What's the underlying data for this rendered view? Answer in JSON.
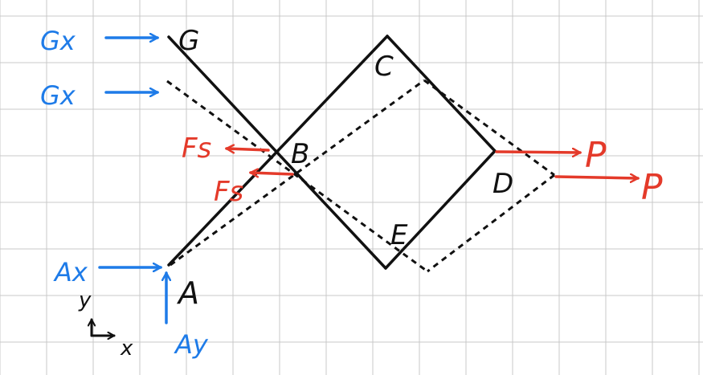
{
  "colors": {
    "grid": "#c8c8c8",
    "frame": "#111111",
    "reaction": "#1e7be8",
    "force": "#e43a2a"
  },
  "labels": {
    "G": "G",
    "C": "C",
    "B": "B",
    "D": "D",
    "E": "E",
    "A": "A",
    "Gx": "Gx",
    "Fs": "Fs",
    "P": "P",
    "Ax": "Ax",
    "Ay": "Ay",
    "axis_x": "x",
    "axis_y": "y"
  }
}
